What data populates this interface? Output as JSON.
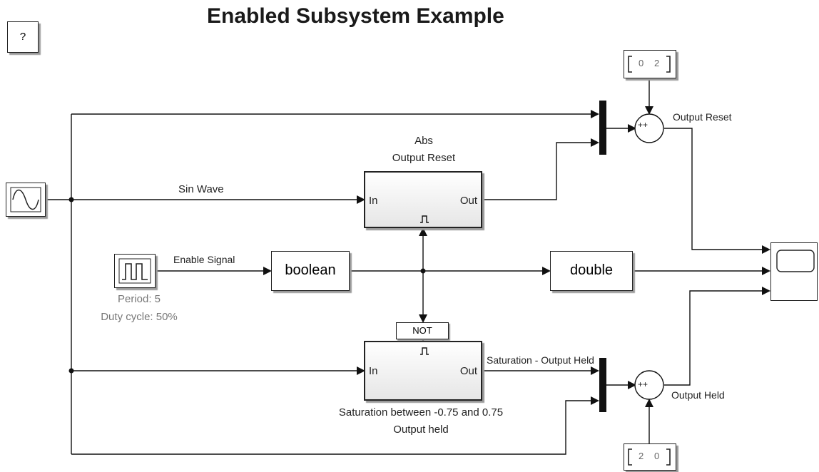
{
  "title": "Enabled Subsystem Example",
  "help_button": "?",
  "sine_source": {
    "icon": "sine-wave-icon"
  },
  "pulse_source": {
    "icon": "pulse-generator-icon",
    "period_label": "Period: 5",
    "duty_label": "Duty cycle: 50%"
  },
  "signals": {
    "sin_wave": "Sin Wave",
    "enable_signal": "Enable Signal",
    "output_reset": "Output Reset",
    "output_held": "Output Held",
    "saturation_output_held": "Saturation - Output Held"
  },
  "blocks": {
    "abs": {
      "title_line1": "Abs",
      "title_line2": "Output Reset",
      "in": "In",
      "out": "Out",
      "enable_icon": "enable-port-icon"
    },
    "saturation": {
      "caption_line1": "Saturation between -0.75 and 0.75",
      "caption_line2": "Output held",
      "in": "In",
      "out": "Out",
      "enable_icon": "enable-port-icon"
    },
    "boolean": "boolean",
    "double": "double",
    "not": "NOT",
    "const_top": {
      "v1": "0",
      "v2": "2"
    },
    "const_bottom": {
      "v1": "2",
      "v2": "0"
    },
    "sum_top": {
      "signs": "++"
    },
    "sum_bottom": {
      "signs": "++"
    },
    "scope": {
      "icon": "scope-icon"
    }
  }
}
